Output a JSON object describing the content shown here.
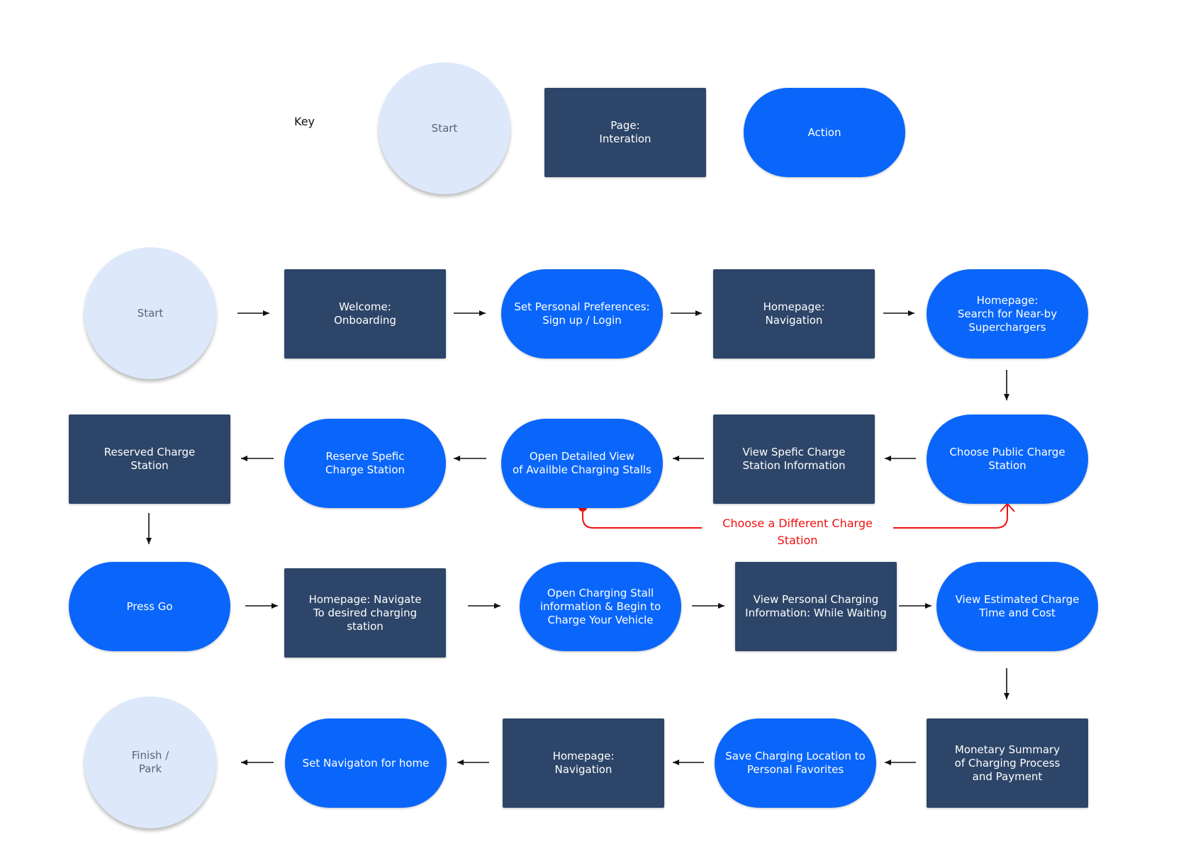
{
  "key": {
    "label": "Key",
    "start": "Start",
    "page": "Page:\nInteration",
    "action": "Action"
  },
  "flow": {
    "row1": {
      "start": "Start",
      "welcome": "Welcome:\nOnboarding",
      "preferences": "Set Personal Preferences:\nSign up / Login",
      "home_nav": "Homepage:\nNavigation",
      "search": "Homepage:\nSearch for Near-by\nSuperchargers"
    },
    "row2": {
      "reserved": "Reserved Charge\nStation",
      "reserve": "Reserve Spefic\nCharge Station",
      "open_view": "Open Detailed View\nof Availble Charging Stalls",
      "view_info": "View Spefic Charge\nStation Information",
      "choose": "Choose Public Charge\nStation"
    },
    "loop_label": "Choose a Different Charge Station",
    "row3": {
      "press_go": "Press Go",
      "navigate": "Homepage: Navigate\nTo desired charging\nstation",
      "open_stall": "Open Charging Stall\ninformation & Begin to\nCharge Your Vehicle",
      "view_personal": "View Personal Charging\nInformation: While Waiting",
      "estimated": "View Estimated Charge\nTime and Cost"
    },
    "row4": {
      "finish": "Finish /\nPark",
      "set_nav": "Set Navigaton for home",
      "home_nav": "Homepage:\nNavigation",
      "save": "Save Charging Location to\nPersonal Favorites",
      "summary": "Monetary Summary\nof Charging Process\nand Payment"
    }
  },
  "colors": {
    "page": "#2d4568",
    "action": "#0a66fa",
    "start": "#dde9fb",
    "loop": "#ee1111"
  }
}
